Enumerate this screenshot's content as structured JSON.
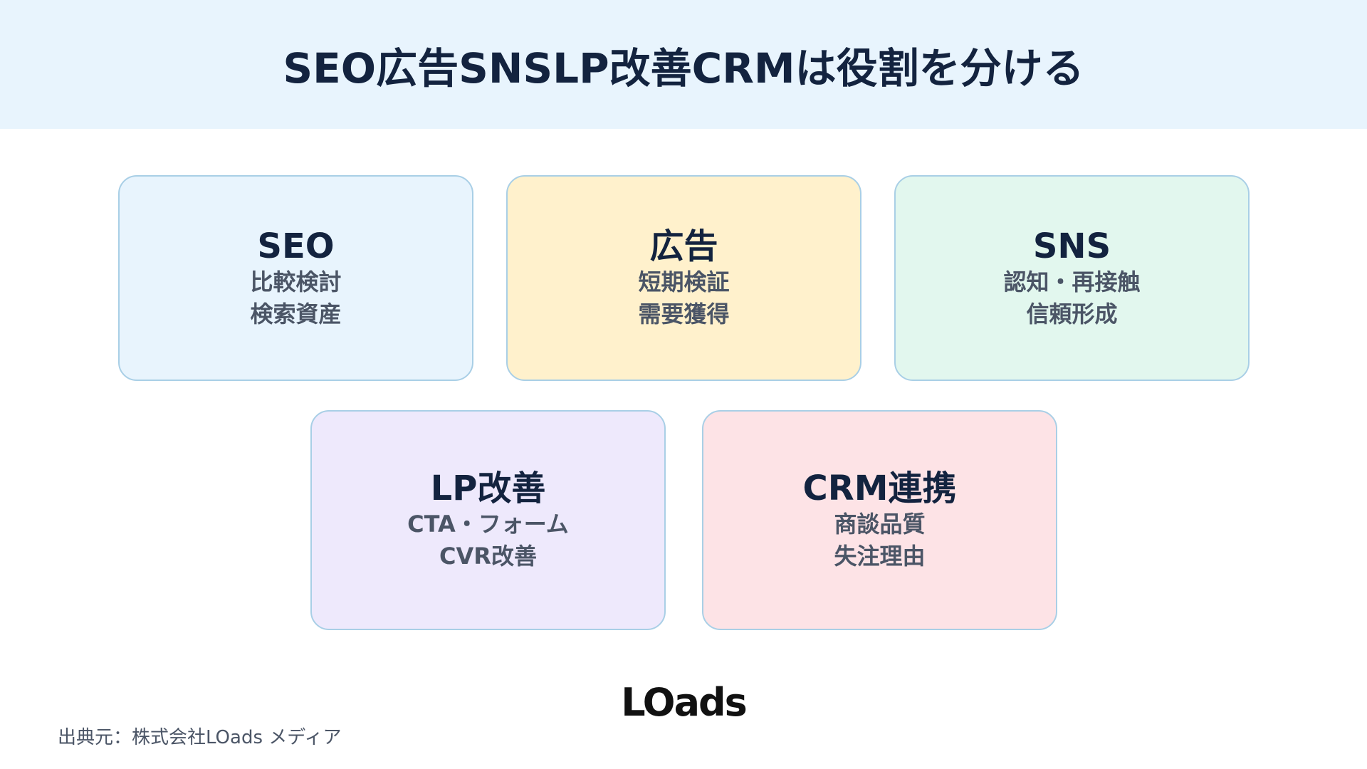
{
  "title": "SEO広告SNSLP改善CRMは役割を分ける",
  "colors": {
    "header_bg": "#e8f4fd",
    "title_text": "#13233f",
    "sub_text": "#4b5566",
    "card_border": "#a9cfe6"
  },
  "cards": [
    {
      "title": "SEO",
      "lines": [
        "比較検討",
        "検索資産"
      ],
      "bg": "#e8f4fd"
    },
    {
      "title": "広告",
      "lines": [
        "短期検証",
        "需要獲得"
      ],
      "bg": "#fff1cc"
    },
    {
      "title": "SNS",
      "lines": [
        "認知・再接触",
        "信頼形成"
      ],
      "bg": "#e2f7ee"
    },
    {
      "title": "LP改善",
      "lines": [
        "CTA・フォーム",
        "CVR改善"
      ],
      "bg": "#eee9fc"
    },
    {
      "title": "CRM連携",
      "lines": [
        "商談品質",
        "失注理由"
      ],
      "bg": "#fde3e6"
    }
  ],
  "logo": "LOads",
  "source": "出典元：株式会社LOads メディア"
}
